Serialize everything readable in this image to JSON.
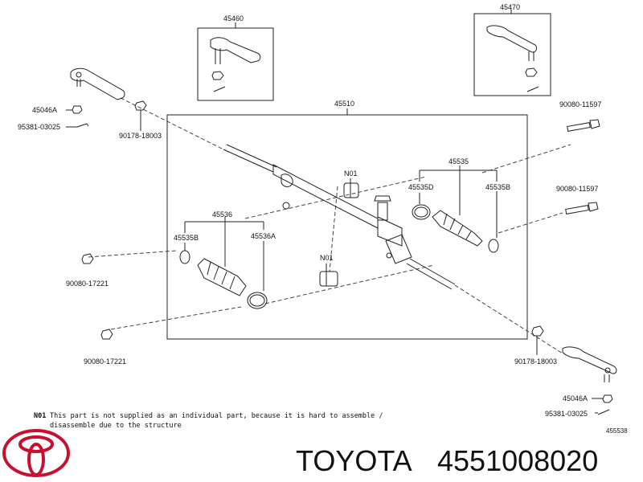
{
  "labels": {
    "p45460": "45460",
    "p45470": "45470",
    "p45510": "45510",
    "p45046a_l": "45046A",
    "p95381_l": "95381-03025",
    "p90178_l": "90178-18003",
    "p90080_r1": "90080-11597",
    "p45535": "45535",
    "p45535d": "45535D",
    "p45535b_r": "45535B",
    "p90080_r2": "90080-11597",
    "pN01_a": "N01",
    "pN01_b": "N01",
    "p45536": "45536",
    "p45535b_l": "45535B",
    "p45536a": "45536A",
    "p90080_l1": "90080-17221",
    "p90080_l2": "90080-17221",
    "p90178_r": "90178-18003",
    "p45046a_r": "45046A",
    "p95381_r": "95381-03025",
    "ref": "455538"
  },
  "note": {
    "code": "N01",
    "line1": "This part is not supplied as an individual part, because it is hard to assemble /",
    "line2": "disassemble due to the structure"
  },
  "brand": {
    "name": "TOYOTA",
    "part_number": "4551008020",
    "logo_color": "#c8102e"
  }
}
